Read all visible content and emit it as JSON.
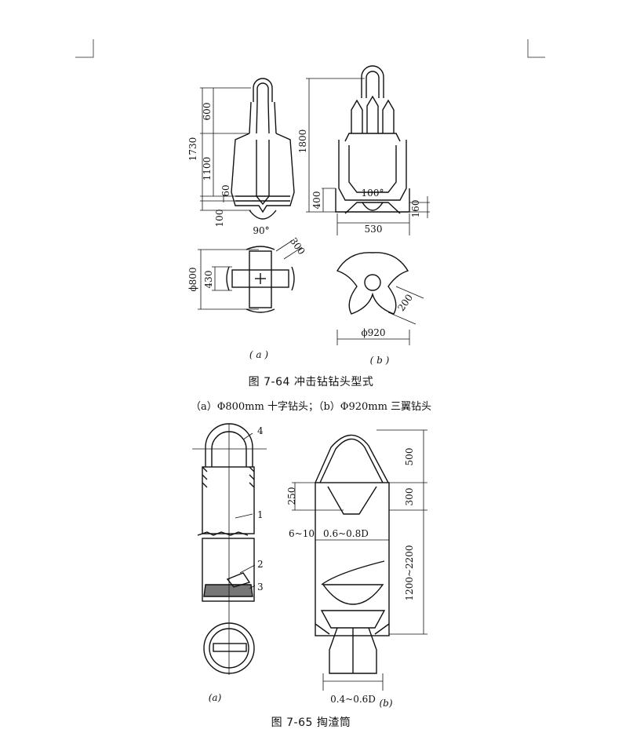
{
  "figure_764": {
    "caption": "图 7-64  冲击钻钻头型式",
    "subcaption": "（a）Φ800mm 十字钻头；（b）Φ920mm 三翼钻头",
    "label_a": "( a )",
    "label_b": "( b )",
    "dims_a": [
      "1730",
      "600",
      "1100",
      "60",
      "100",
      "90°",
      "ϕ800",
      "430",
      "300"
    ],
    "dims_b": [
      "1800",
      "400",
      "100°",
      "160",
      "530",
      "200",
      "ϕ920"
    ]
  },
  "figure_765": {
    "caption": "图 7-65  掏渣筒",
    "label_a": "(a)",
    "label_b": "(b)",
    "callouts": [
      "4",
      "1",
      "2",
      "3"
    ],
    "dims_b": [
      "500",
      "250",
      "300",
      "6~10",
      "0.6~0.8D",
      "1200~2200",
      "0.4~0.6D"
    ]
  }
}
